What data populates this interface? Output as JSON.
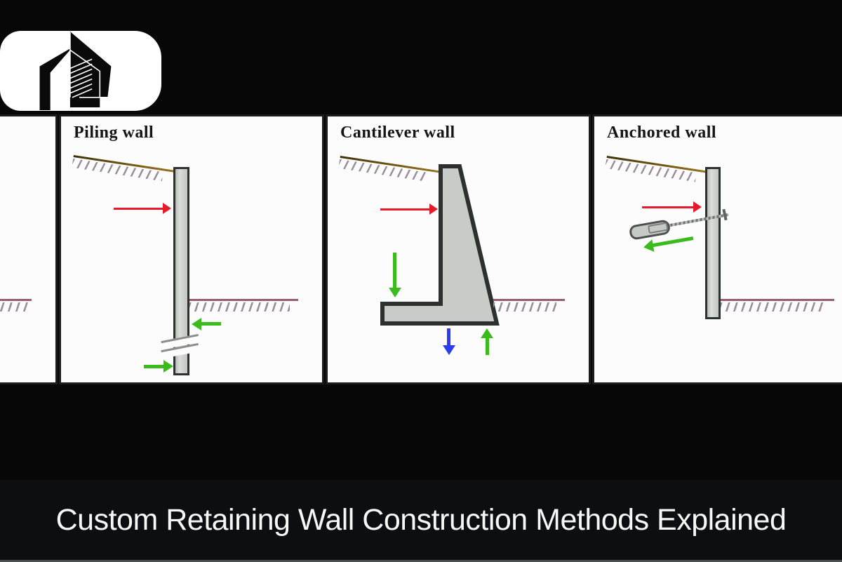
{
  "header": {
    "logo": {
      "icon": "house-logo-icon",
      "background": "#ffffff",
      "foreground": "#0a0a0a"
    }
  },
  "panels": [
    {
      "id": "piling",
      "title": "Piling wall",
      "wall_type": "embedded vertical pile with depth break symbol",
      "forces": [
        {
          "name": "earth-pressure",
          "direction": "right",
          "color": "#e51b2c"
        },
        {
          "name": "passive-resistance-upper",
          "direction": "left",
          "color": "#3cbb1c"
        },
        {
          "name": "passive-resistance-lower",
          "direction": "right",
          "color": "#3cbb1c"
        }
      ]
    },
    {
      "id": "cantilever",
      "title": "Cantilever wall",
      "wall_type": "L-shaped stem with heel slab",
      "forces": [
        {
          "name": "earth-pressure",
          "direction": "right",
          "color": "#e51b2c"
        },
        {
          "name": "soil-weight",
          "direction": "down",
          "color": "#3cbb1c"
        },
        {
          "name": "bearing",
          "direction": "down",
          "color": "#2b3ce8"
        },
        {
          "name": "uplift-reaction",
          "direction": "up",
          "color": "#3cbb1c"
        }
      ]
    },
    {
      "id": "anchored",
      "title": "Anchored wall",
      "wall_type": "vertical wall with tie-back ground anchor",
      "forces": [
        {
          "name": "earth-pressure",
          "direction": "right",
          "color": "#e51b2c"
        },
        {
          "name": "anchor-pull",
          "direction": "down-left",
          "color": "#3cbb1c"
        }
      ]
    }
  ],
  "footer": {
    "title": "Custom Retaining Wall Construction Methods Explained"
  },
  "colors": {
    "page_bg": "#070707",
    "footer_bg": "#0c0e11",
    "panel_bg": "#fcfcfc",
    "panel_border": "#1c1c1c",
    "wall_fill": "#c7ccc8",
    "wall_outline": "#2c302e",
    "upper_ground_brown": "#7a5c14",
    "lower_ground_mauve": "#9a5a72",
    "hatch_mark": "#9b8d9c",
    "arrow_red": "#e51b2c",
    "arrow_green": "#3cbb1c",
    "arrow_blue": "#2b3ce8",
    "title_text": "#f7f7f7"
  }
}
